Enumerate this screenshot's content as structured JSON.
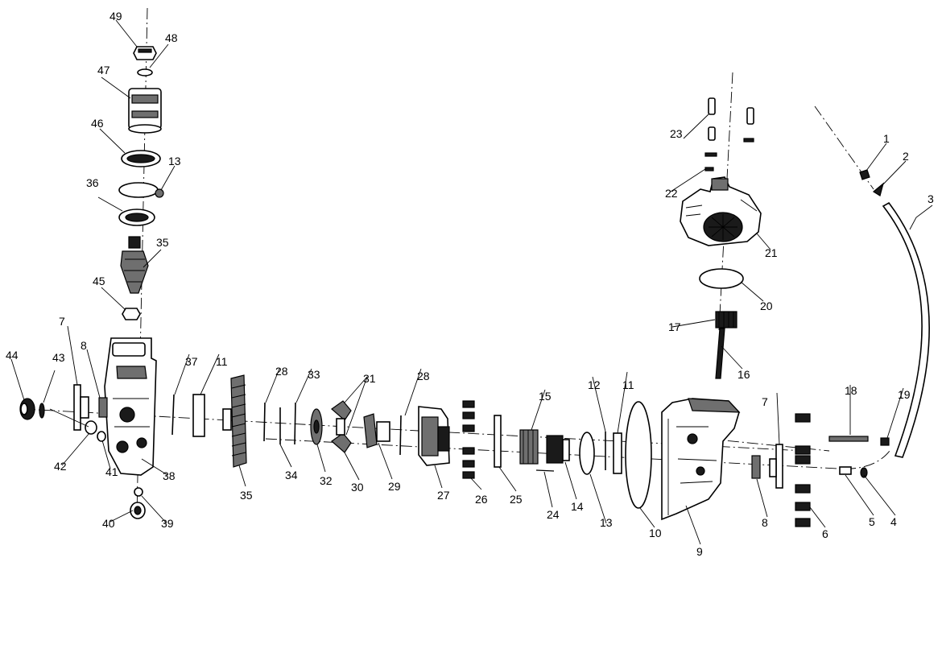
{
  "callouts": [
    "1",
    "2",
    "3",
    "4",
    "5",
    "6",
    "7",
    "7",
    "8",
    "8",
    "9",
    "10",
    "11",
    "11",
    "12",
    "13",
    "13",
    "14",
    "15",
    "16",
    "17",
    "18",
    "19",
    "20",
    "21",
    "22",
    "23",
    "24",
    "25",
    "26",
    "27",
    "28",
    "28",
    "29",
    "30",
    "31",
    "32",
    "33",
    "34",
    "35",
    "35",
    "36",
    "37",
    "38",
    "39",
    "40",
    "41",
    "42",
    "43",
    "44",
    "45",
    "46",
    "47",
    "48",
    "49"
  ]
}
